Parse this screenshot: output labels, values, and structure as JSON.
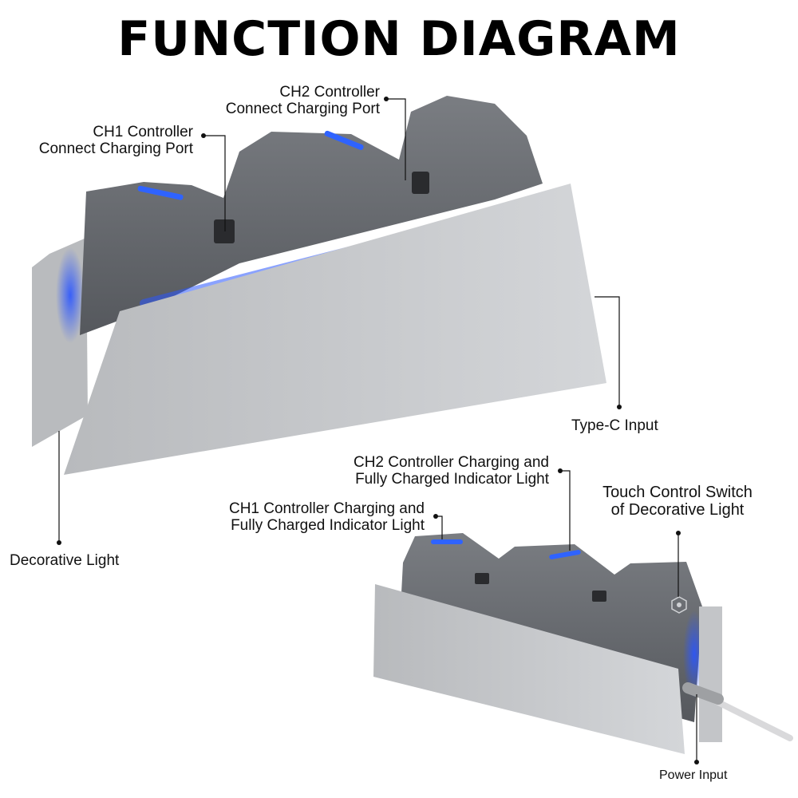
{
  "title": "FUNCTION DIAGRAM",
  "labels": {
    "ch2_port": [
      "CH2 Controller",
      "Connect Charging Port"
    ],
    "ch1_port": [
      "CH1 Controller",
      "Connect Charging Port"
    ],
    "type_c": "Type-C Input",
    "decorative_light": "Decorative Light",
    "ch2_indicator": [
      "CH2 Controller Charging and",
      "Fully Charged Indicator Light"
    ],
    "touch_switch": [
      "Touch Control Switch",
      "of Decorative Light"
    ],
    "ch1_indicator": [
      "CH1 Controller Charging and",
      "Fully Charged Indicator Light"
    ],
    "power_input": "Power Input"
  },
  "colors": {
    "body_dark": "#6b6e73",
    "panel_light": "#c9cbce",
    "led_blue": "#2f63ff",
    "glow_blue": "#1f4fff"
  }
}
